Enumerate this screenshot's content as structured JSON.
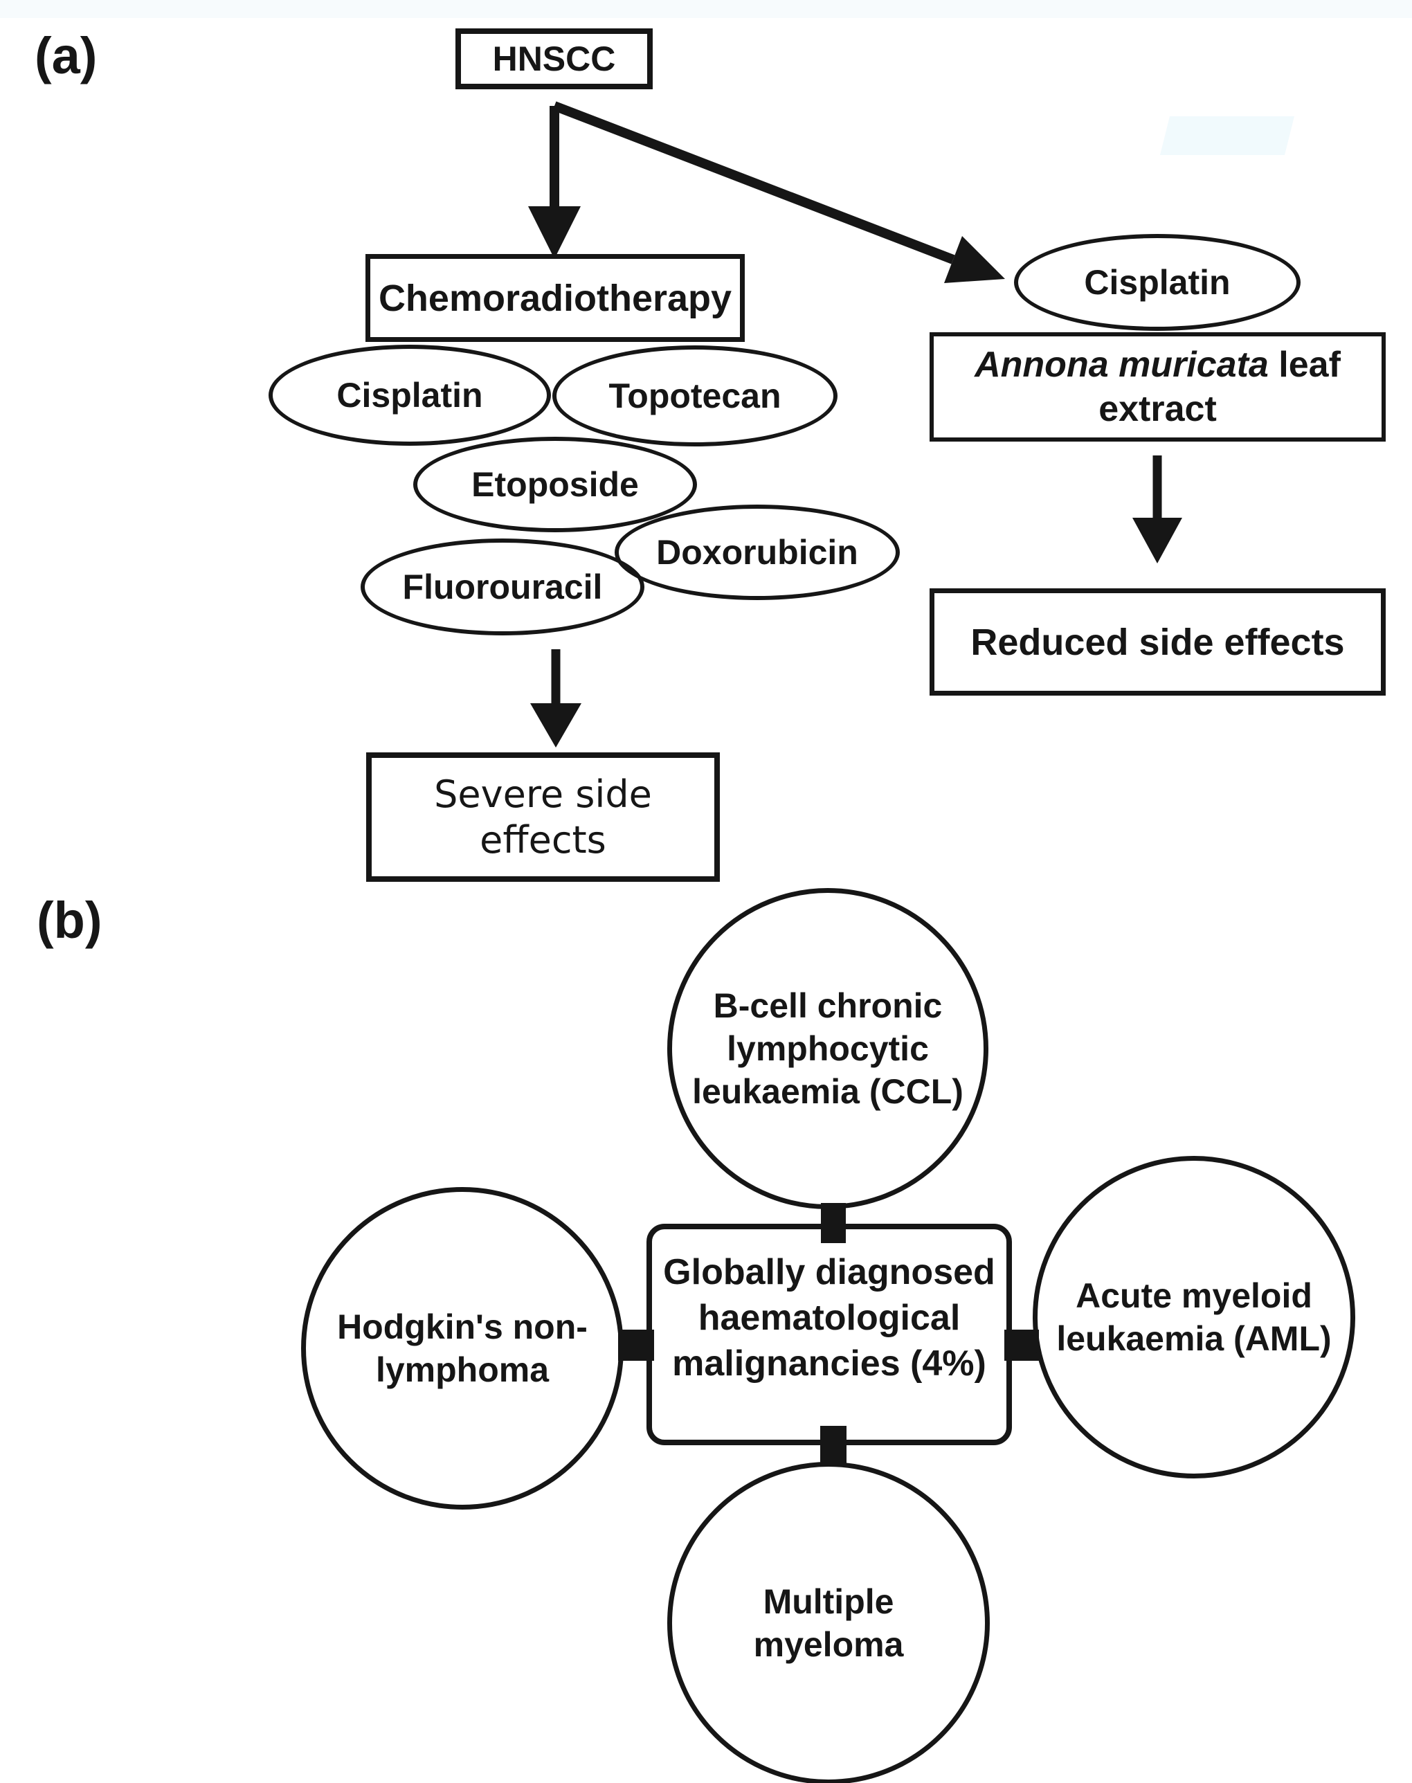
{
  "panel_a": {
    "label": "(a)",
    "hnscc": "HNSCC",
    "chemoradiotherapy": "Chemoradiotherapy",
    "drugs": {
      "cisplatin": "Cisplatin",
      "topotecan": "Topotecan",
      "etoposide": "Etoposide",
      "doxorubicin": "Doxorubicin",
      "fluorouracil": "Fluorouracil"
    },
    "severe_box": {
      "line1": "Severe side",
      "line2": "effects"
    },
    "right_branch": {
      "cisplatin": "Cisplatin",
      "annona_italic": "Annona muricata",
      "annona_rest": " leaf",
      "annona_line2": "extract",
      "reduced": "Reduced side effects"
    }
  },
  "panel_b": {
    "label": "(b)",
    "center_box": {
      "line1": "Globally diagnosed",
      "line2": "haematological",
      "line3": "malignancies (4%)"
    },
    "top_circle": {
      "line1": "B-cell chronic",
      "line2": "lymphocytic",
      "line3": "leukaemia (CCL)"
    },
    "left_circle": {
      "line1": "Hodgkin's non-",
      "line2": "lymphoma"
    },
    "right_circle": {
      "line1": "Acute myeloid",
      "line2": "leukaemia (AML)"
    },
    "bottom_circle": {
      "line1": "Multiple",
      "line2": "myeloma"
    }
  },
  "colors": {
    "ink": "#161616",
    "background": "#ffffff",
    "scan_artifact": "#f1fafd"
  }
}
